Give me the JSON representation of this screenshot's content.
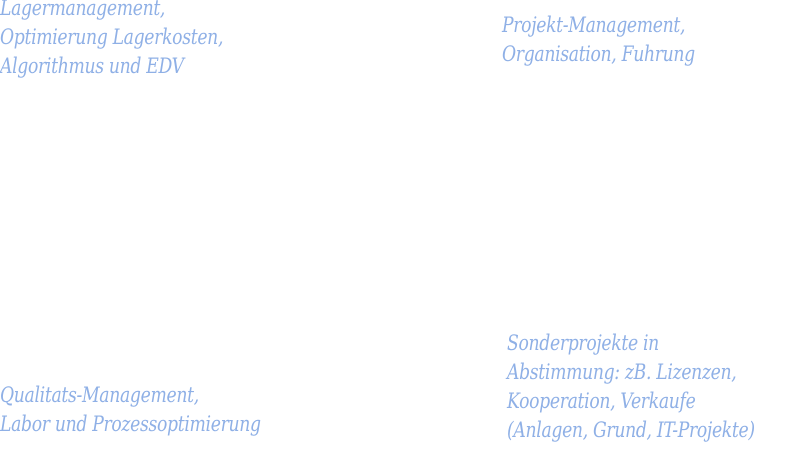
{
  "blocks": {
    "top_left": {
      "lines": [
        "Lagermanagement,",
        "Optimierung Lagerkosten,",
        "Algorithmus und EDV"
      ]
    },
    "top_right": {
      "lines": [
        "Projekt-Management,",
        "Organisation, Fuhrung"
      ]
    },
    "bottom_left": {
      "lines": [
        "Qualitats-Management,",
        "Labor und Prozessoptimierung"
      ]
    },
    "bottom_right": {
      "lines": [
        "Sonderprojekte in",
        "Abstimmung: zB. Lizenzen,",
        "Kooperation, Verkaufe",
        "(Anlagen, Grund, IT-Projekte)"
      ]
    }
  },
  "colors": {
    "text": "#8fb0e6",
    "background": "#ffffff"
  }
}
